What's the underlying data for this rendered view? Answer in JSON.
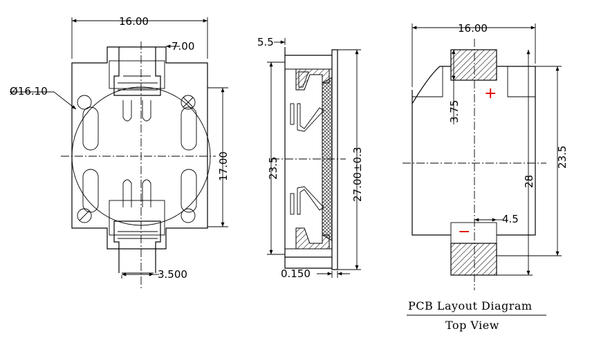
{
  "front_view": {
    "dim_width": "16.00",
    "dim_tab_width": "7.00",
    "dim_diameter": "Ø16.10",
    "dim_height": "17.00",
    "dim_bottom_tab": "3.500"
  },
  "side_view": {
    "dim_top": "5.5",
    "dim_inner_height": "23.5",
    "dim_total_height": "27.00±0.3",
    "dim_bottom": "0.150"
  },
  "pcb_view": {
    "dim_width": "16.00",
    "dim_pad_offset": "3.75",
    "dim_pad_pitch": "23.5",
    "dim_outline_height": "28",
    "dim_pad_width": "4.5",
    "plus_mark": "+",
    "minus_mark": "−",
    "caption_line1": "PCB Layout Diagram",
    "caption_line2": "Top View"
  }
}
